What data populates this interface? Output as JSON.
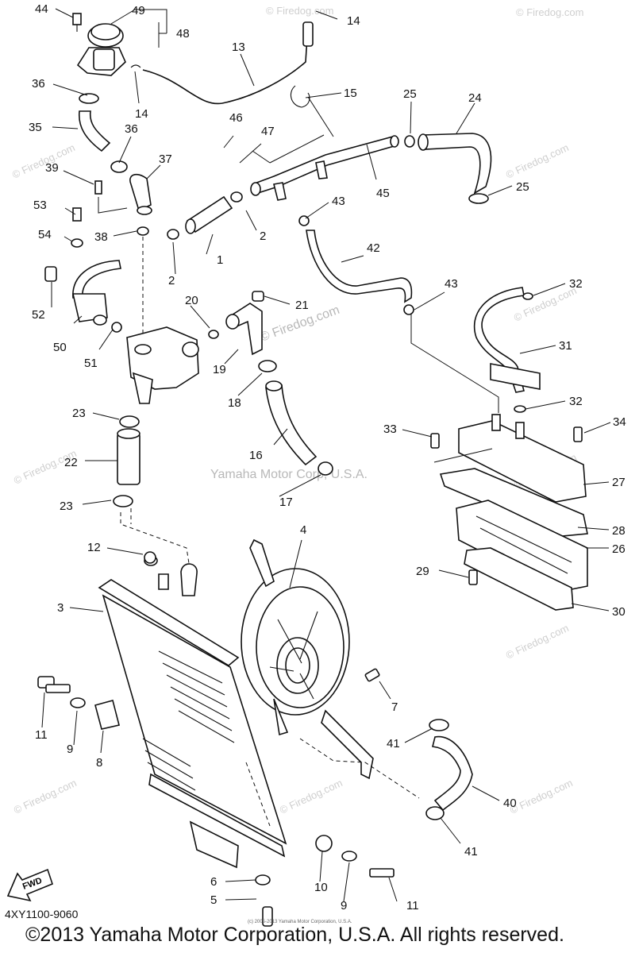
{
  "labels": [
    "1",
    "2",
    "2",
    "3",
    "4",
    "5",
    "6",
    "7",
    "8",
    "9",
    "9",
    "10",
    "11",
    "11",
    "12",
    "13",
    "14",
    "14",
    "15",
    "16",
    "17",
    "18",
    "19",
    "20",
    "21",
    "22",
    "23",
    "23",
    "24",
    "25",
    "25",
    "26",
    "27",
    "28",
    "29",
    "30",
    "31",
    "32",
    "32",
    "33",
    "34",
    "35",
    "36",
    "36",
    "37",
    "38",
    "39",
    "40",
    "41",
    "41",
    "42",
    "43",
    "43",
    "44",
    "45",
    "46",
    "47",
    "48",
    "49",
    "50",
    "51",
    "52",
    "53",
    "54"
  ],
  "fwd_label": "FWD",
  "watermark": "© Firedog.com",
  "watermark_center": "Yamaha Motor Corp, U.S.A.",
  "diagram_code": "4XY1100-9060",
  "copyright": "©2013 Yamaha Motor Corporation, U.S.A. All rights reserved.",
  "copyright_small": "(c) 2005-2013 Yamaha Motor Corporation, U.S.A."
}
